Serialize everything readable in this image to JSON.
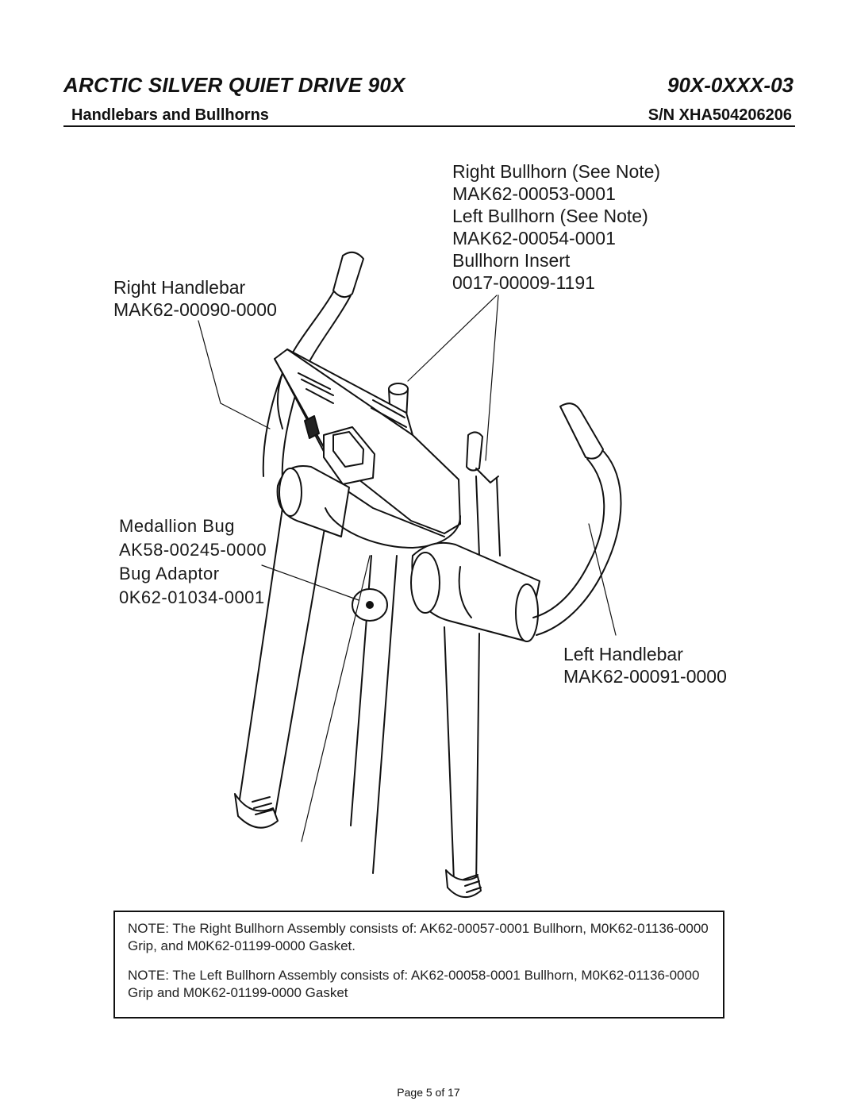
{
  "header": {
    "model_title": "ARCTIC SILVER QUIET DRIVE 90X",
    "doc_number": "90X-0XXX-03",
    "section_title": "Handlebars and Bullhorns",
    "serial": "S/N XHA504206206"
  },
  "callouts": {
    "bullhorns": [
      "Right Bullhorn (See Note)",
      "MAK62-00053-0001",
      "Left Bullhorn (See Note)",
      "MAK62-00054-0001",
      "Bullhorn Insert",
      "0017-00009-1191"
    ],
    "right_handlebar": [
      "Right Handlebar",
      "MAK62-00090-0000"
    ],
    "medallion": [
      "Medallion Bug",
      "AK58-00245-0000",
      "Bug Adaptor",
      "0K62-01034-0001"
    ],
    "left_handlebar": [
      "Left Handlebar",
      "MAK62-00091-0000"
    ]
  },
  "notes": [
    "NOTE: The Right Bullhorn Assembly consists of: AK62-00057-0001 Bullhorn, M0K62-01136-0000 Grip, and M0K62-01199-0000 Gasket.",
    "NOTE: The Left Bullhorn Assembly consists of: AK62-00058-0001 Bullhorn, M0K62-01136-0000 Grip and M0K62-01199-0000 Gasket"
  ],
  "footer": {
    "page": "Page 5 of 17"
  }
}
